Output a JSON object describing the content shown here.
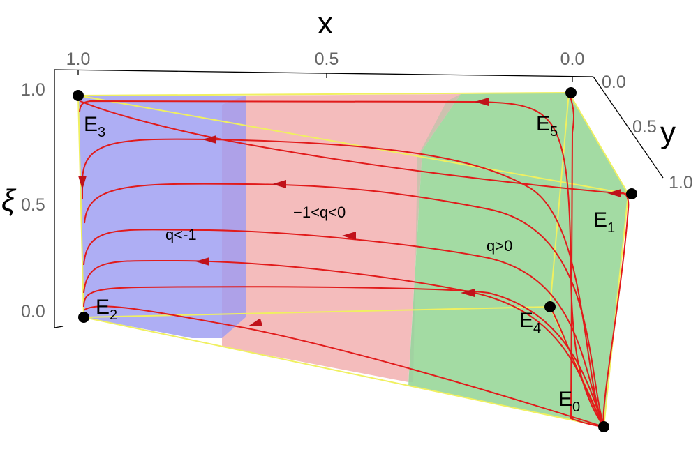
{
  "chart_data": {
    "type": "3d-phase-portrait",
    "axes": {
      "x": {
        "label": "x",
        "ticks": [
          "1.0",
          "0.5",
          "0.0"
        ]
      },
      "y": {
        "label": "y",
        "ticks": [
          "0.0",
          "0.5",
          "1.0"
        ]
      },
      "xi": {
        "label": "ξ",
        "ticks": [
          "1.0",
          "0.5",
          "0.0"
        ]
      }
    },
    "regions": [
      {
        "label": "q<-1",
        "color": "#8c8cf0"
      },
      {
        "label": "−1<q<0",
        "color": "#f0a0a0"
      },
      {
        "label": "q>0",
        "color": "#7ccc7c"
      }
    ],
    "critical_points": [
      {
        "name": "E",
        "sub": "0"
      },
      {
        "name": "E",
        "sub": "1"
      },
      {
        "name": "E",
        "sub": "2"
      },
      {
        "name": "E",
        "sub": "3"
      },
      {
        "name": "E",
        "sub": "4"
      },
      {
        "name": "E",
        "sub": "5"
      }
    ],
    "trajectory_color": "#e11b1b",
    "boundary_color": "#f0f060"
  }
}
